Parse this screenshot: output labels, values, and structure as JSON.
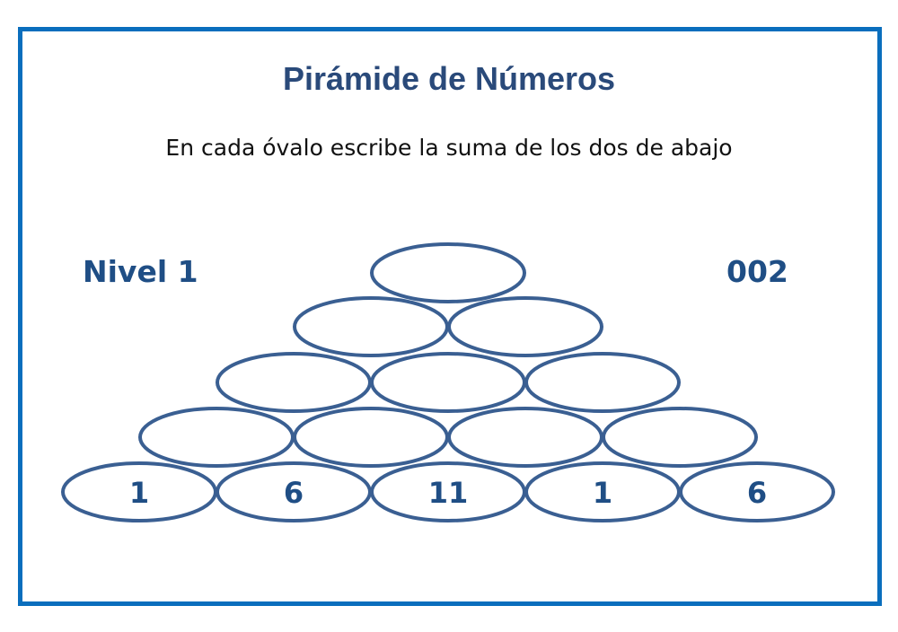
{
  "title": "Pirámide de Números",
  "subtitle": "En cada óvalo escribe la suma de los dos de abajo",
  "level_label": "Nivel 1",
  "code_label": "002",
  "colors": {
    "frame": "#0a6ebd",
    "oval_stroke": "#3a5f92",
    "text_dark_blue": "#1f4e85",
    "title": "#2a4a7a"
  },
  "pyramid": {
    "rows": [
      {
        "values": [
          ""
        ]
      },
      {
        "values": [
          "",
          ""
        ]
      },
      {
        "values": [
          "",
          "",
          ""
        ]
      },
      {
        "values": [
          "",
          "",
          "",
          ""
        ]
      },
      {
        "values": [
          "1",
          "6",
          "11",
          "1",
          "6"
        ]
      }
    ]
  }
}
